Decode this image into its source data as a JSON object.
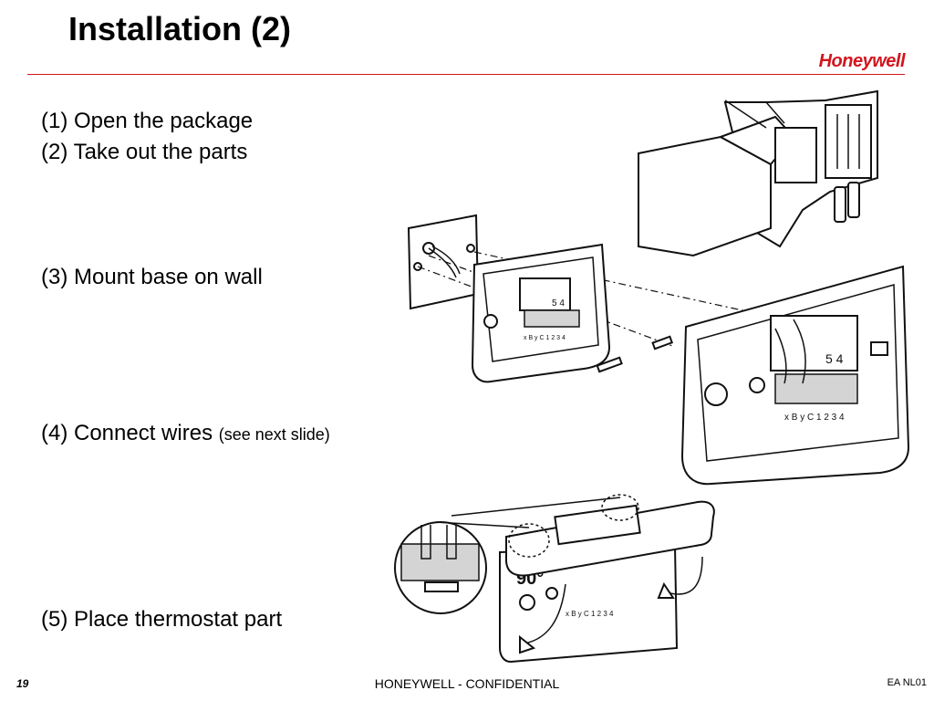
{
  "slide": {
    "title": "Installation (2)",
    "brand": "Honeywell",
    "steps": [
      {
        "main": "(1) Open the package",
        "note": ""
      },
      {
        "main": "(2) Take out the parts",
        "note": ""
      },
      {
        "main": "(3) Mount base on wall",
        "note": ""
      },
      {
        "main": "(4) Connect wires",
        "note": "(see next slide)"
      },
      {
        "main": "(5) Place thermostat part",
        "note": ""
      }
    ],
    "figure_labels": {
      "terminals_top": "5 4",
      "terminals_bottom": "x B y C 1 2 3 4",
      "angle": "90°"
    }
  },
  "footer": {
    "page_number": "19",
    "confidential": "HONEYWELL - CONFIDENTIAL",
    "code": "EA NL01"
  },
  "colors": {
    "brand_red": "#d2161e",
    "text": "#000000",
    "background": "#ffffff"
  }
}
